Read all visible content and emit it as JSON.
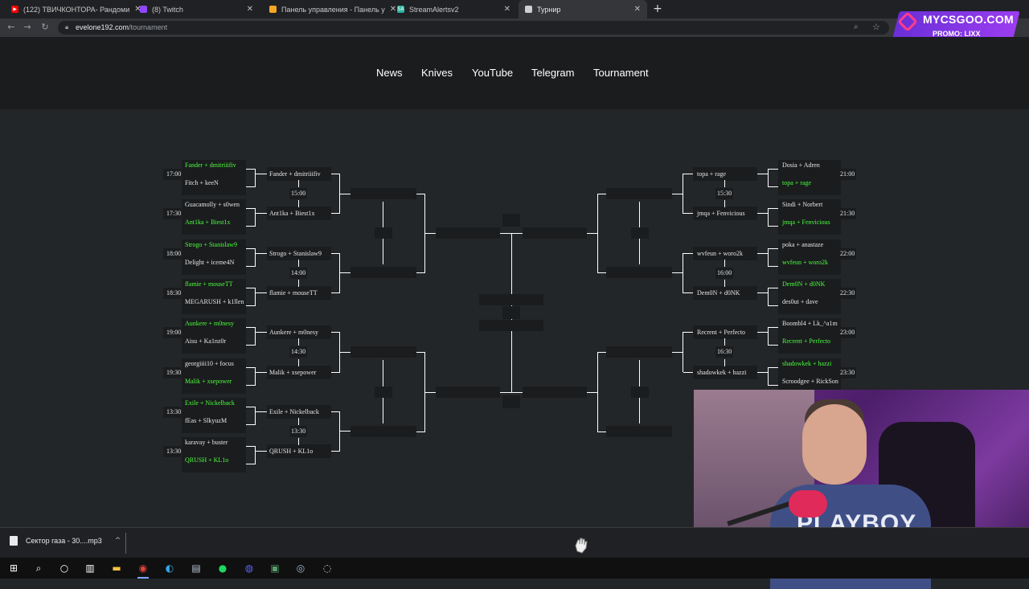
{
  "browser": {
    "tabs": [
      {
        "title": "(122) ТВИЧКОНТОРА- Рандоми",
        "icon": "youtube-icon",
        "color": "#ff0000",
        "active": false
      },
      {
        "title": "(8) Twitch",
        "icon": "twitch-icon",
        "color": "#9146ff",
        "active": false
      },
      {
        "title": "Панель управления - Панель у",
        "icon": "panel-icon",
        "color": "#f5a623",
        "active": false
      },
      {
        "title": "StreamAlertsv2",
        "icon": "streamalerts-icon",
        "color": "#2bb3a0",
        "active": false
      },
      {
        "title": "Турнир",
        "icon": "page-icon",
        "color": "#cfcfcf",
        "active": true
      }
    ],
    "url_host": "evelone192.com",
    "url_path": "/tournament"
  },
  "promo": {
    "brand": "MYCSGOO.COM",
    "code": "PROMO: LIXX"
  },
  "site_nav": [
    "News",
    "Knives",
    "YouTube",
    "Telegram",
    "Tournament"
  ],
  "bracket": {
    "left": [
      {
        "time": "17:00",
        "p1": "Fander + dmitriiifiv",
        "p1_win": true,
        "p2": "Fitch + keeN",
        "p2_win": false
      },
      {
        "time": "17:30",
        "p1": "Guacamolly + s0wen",
        "p1_win": false,
        "p2": "Ant1ka + Biest1x",
        "p2_win": true
      },
      {
        "time": "18:00",
        "p1": "Strogo + Stanislaw9",
        "p1_win": true,
        "p2": "Delight + iceme4N",
        "p2_win": false
      },
      {
        "time": "18:30",
        "p1": "flamie + mouseTT",
        "p1_win": true,
        "p2": "MEGARUSH + k1llen",
        "p2_win": false
      },
      {
        "time": "19:00",
        "p1": "Aunkere + m0nesy",
        "p1_win": true,
        "p2": "Aisu + Ka1nz0r",
        "p2_win": false
      },
      {
        "time": "19:30",
        "p1": "georgiiii10 + focus",
        "p1_win": false,
        "p2": "Malik + xsepower",
        "p2_win": true
      },
      {
        "time": "13:30",
        "p1": "Exile + Nickelback",
        "p1_win": true,
        "p2": "fEas + SlkyuzM",
        "p2_win": false
      },
      {
        "time": "13:30",
        "p1": "karavay + buster",
        "p1_win": false,
        "p2": "QRUSH + KL1o",
        "p2_win": true
      }
    ],
    "left_r2": [
      {
        "time": "15:00",
        "p1": "Fander + dmitriiifiv",
        "p2": "Ant1ka + Biest1x"
      },
      {
        "time": "14:00",
        "p1": "Strogo + Stanislaw9",
        "p2": "flamie + mouseTT"
      },
      {
        "time": "14:30",
        "p1": "Aunkere + m0nesy",
        "p2": "Malik + xsepower"
      },
      {
        "time": "13:30",
        "p1": "Exile + Nickelback",
        "p2": "QRUSH + KL1o"
      }
    ],
    "right": [
      {
        "time": "21:00",
        "p1": "Dosia + Adren",
        "p1_win": false,
        "p2": "topa + rage",
        "p2_win": true
      },
      {
        "time": "21:30",
        "p1": "Sindi + Norbert",
        "p1_win": false,
        "p2": "jmqa + Fenvicious",
        "p2_win": true
      },
      {
        "time": "22:00",
        "p1": "poka + anastaze",
        "p1_win": false,
        "p2": "wvfeun + woro2k",
        "p2_win": true
      },
      {
        "time": "22:30",
        "p1": "Dem0N + d0NK",
        "p1_win": true,
        "p2": "des0ut + dave",
        "p2_win": false
      },
      {
        "time": "23:00",
        "p1": "Boombl4 + Lk_^a1m",
        "p1_win": false,
        "p2": "Recrent + Perfecto",
        "p2_win": true
      },
      {
        "time": "23:30",
        "p1": "shadowkek + hazzi",
        "p1_win": true,
        "p2": "Scroodgee + RickSon",
        "p2_win": false
      }
    ],
    "right_r2": [
      {
        "time": "15:30",
        "p1": "topa + rage",
        "p2": "jmqa + Fenvicious"
      },
      {
        "time": "16:00",
        "p1": "wvfeun + woro2k",
        "p2": "Dem0N + d0NK"
      },
      {
        "time": "16:30",
        "p1": "Recrent + Perfecto",
        "p2": "shadowkek + hazzi"
      }
    ]
  },
  "webcam": {
    "shirt_text": "PLAYBOY"
  },
  "download": {
    "filename": "Сектор газа - 30....mp3"
  },
  "taskbar": [
    "windows-icon",
    "search-icon",
    "cortana-icon",
    "taskview-icon",
    "explorer-icon",
    "chrome-icon",
    "edge-icon",
    "files-icon",
    "spotify-icon",
    "discord-icon",
    "app-icon",
    "steam-icon",
    "obs-icon"
  ]
}
